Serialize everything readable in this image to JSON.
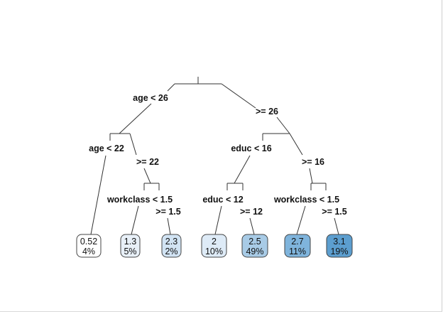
{
  "tree": {
    "colors": {
      "leaf_0": "#ffffff",
      "leaf_1": "#e8f0f8",
      "leaf_2": "#d1e3f3",
      "leaf_3": "#deebf7",
      "leaf_4": "#a8cbe6",
      "leaf_5": "#7fb4dc",
      "leaf_6": "#5c9ecf"
    },
    "splits": [
      {
        "left": "age < 26",
        "right": ">= 26"
      },
      {
        "left": "age < 22",
        "right": ">= 22"
      },
      {
        "left": "educ < 16",
        "right": ">= 16"
      },
      {
        "left": "workclass < 1.5",
        "right": ">= 1.5"
      },
      {
        "left": "educ < 12",
        "right": ">= 12"
      },
      {
        "left": "workclass < 1.5",
        "right": ">= 1.5"
      }
    ],
    "leaves": [
      {
        "value": "0.52",
        "percent": "4%"
      },
      {
        "value": "1.3",
        "percent": "5%"
      },
      {
        "value": "2.3",
        "percent": "2%"
      },
      {
        "value": "2",
        "percent": "10%"
      },
      {
        "value": "2.5",
        "percent": "49%"
      },
      {
        "value": "2.7",
        "percent": "11%"
      },
      {
        "value": "3.1",
        "percent": "19%"
      }
    ]
  }
}
